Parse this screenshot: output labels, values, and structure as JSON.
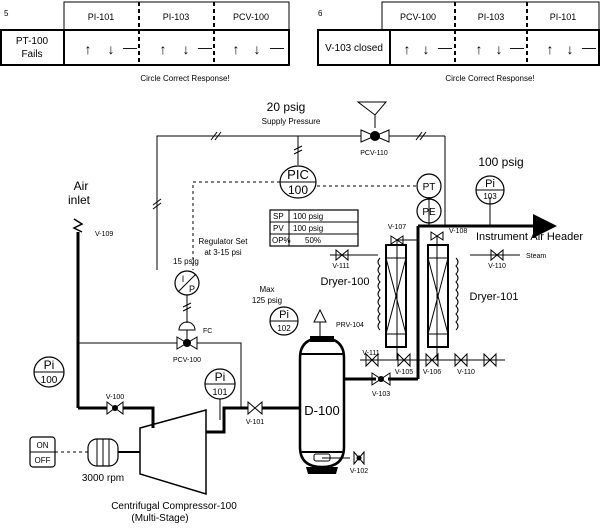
{
  "q5": {
    "number": "5",
    "columns": [
      "PI-101",
      "PI-103",
      "PCV-100"
    ],
    "scenario_line1": "PT-100",
    "scenario_line2": "Fails",
    "footer": "Circle Correct Response!"
  },
  "q6": {
    "number": "6",
    "columns": [
      "PCV-100",
      "PI-103",
      "PI-101"
    ],
    "scenario": "V-103 closed",
    "footer": "Circle Correct Response!"
  },
  "responses": {
    "up": "↑",
    "down": "↓",
    "none": "—"
  },
  "supply": {
    "pressure": "20 psig",
    "label": "Supply Pressure"
  },
  "air_inlet": {
    "line1": "Air",
    "line2": "inlet"
  },
  "pic": {
    "tag": "PIC",
    "num": "100"
  },
  "pt": "PT",
  "pe": "PE",
  "pressure_100": "100 psig",
  "pi103": {
    "tag": "Pi",
    "num": "103"
  },
  "pi100": {
    "tag": "Pi",
    "num": "100"
  },
  "pi101": {
    "tag": "Pi",
    "num": "101"
  },
  "pi102": {
    "tag": "Pi",
    "num": "102"
  },
  "faceplate": {
    "rows": [
      {
        "k": "SP",
        "v": "100 psig"
      },
      {
        "k": "PV",
        "v": "100 psig"
      },
      {
        "k": "OP%",
        "v": "50%"
      }
    ]
  },
  "regulator": {
    "line1": "Regulator Set",
    "line2": "at 3-15 psi",
    "out": "15 psig"
  },
  "ip": {
    "i": "I",
    "p": "P"
  },
  "fc": "FC",
  "max": {
    "line1": "Max",
    "line2": "125 psig"
  },
  "instrument_header": "Instrument Air Header",
  "steam": "Steam",
  "dryer100": "Dryer-100",
  "dryer101": "Dryer-101",
  "d100": "D-100",
  "rpm": "3000 rpm",
  "on": "ON",
  "off": "OFF",
  "compressor": {
    "line1": "Centrifugal Compressor-100",
    "line2": "(Multi-Stage)"
  },
  "valves": {
    "v109": "V-109",
    "v100": "V-100",
    "v101": "V-101",
    "v102": "V-102",
    "v103": "V-103",
    "v105": "V-105",
    "v106": "V-106",
    "v107": "V-107",
    "v108": "V-108",
    "v110a": "V-110",
    "v110b": "V-110",
    "v111a": "V-111",
    "v111b": "V-111",
    "prv104": "PRV-104",
    "pcv100": "PCV-100",
    "pcv110": "PCV-110"
  }
}
